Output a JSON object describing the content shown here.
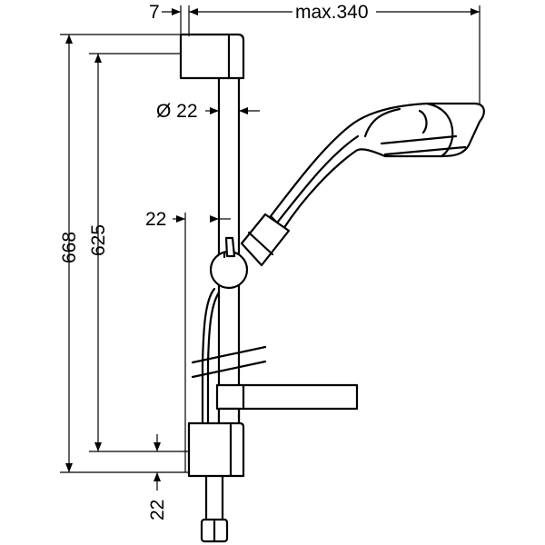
{
  "diagram": {
    "labels": {
      "top_left_offset": "7",
      "max_reach": "max.340",
      "bar_diameter": "Ø 22",
      "hose_offset": "22",
      "overall_height": "668",
      "bracket_spacing": "625",
      "bottom_offset": "22"
    },
    "colors": {
      "line": "#000000",
      "background": "#ffffff"
    }
  }
}
